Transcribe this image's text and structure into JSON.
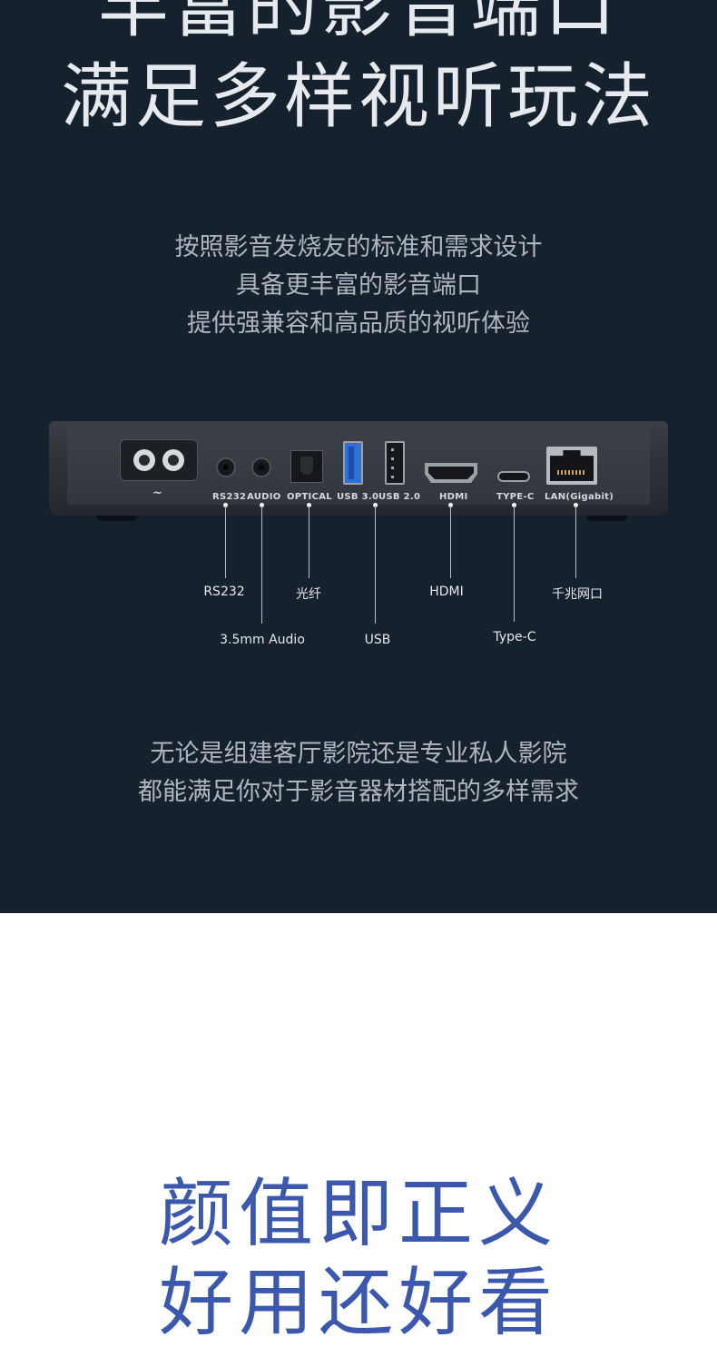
{
  "hero": {
    "line1": "丰富的影音端口",
    "line2": "满足多样视听玩法"
  },
  "intro": {
    "line1": "按照影音发烧友的标准和需求设计",
    "line2": "具备更丰富的影音端口",
    "line3": "提供强兼容和高品质的视听体验"
  },
  "device": {
    "power_symbol": "~",
    "ports": {
      "rs232": "RS232",
      "audio": "AUDIO",
      "optical": "OPTICAL",
      "usb30": "USB 3.0",
      "usb20": "USB 2.0",
      "hdmi": "HDMI",
      "typec": "TYPE-C",
      "lan": "LAN(Gigabit)"
    }
  },
  "callouts": {
    "rs232": "RS232",
    "audio": "3.5mm Audio",
    "optical": "光纤",
    "usb": "USB",
    "hdmi": "HDMI",
    "typec": "Type-C",
    "lan": "千兆网口"
  },
  "outro": {
    "line1": "无论是组建客厅影院还是专业私人影院",
    "line2": "都能满足你对于影音器材搭配的多样需求"
  },
  "beauty": {
    "line1": "颜值即正义",
    "line2": "好用还好看"
  },
  "colors": {
    "dark_bg": "#16212e",
    "accent_blue": "#3b58ad",
    "usb3_blue": "#2f6fd6"
  }
}
